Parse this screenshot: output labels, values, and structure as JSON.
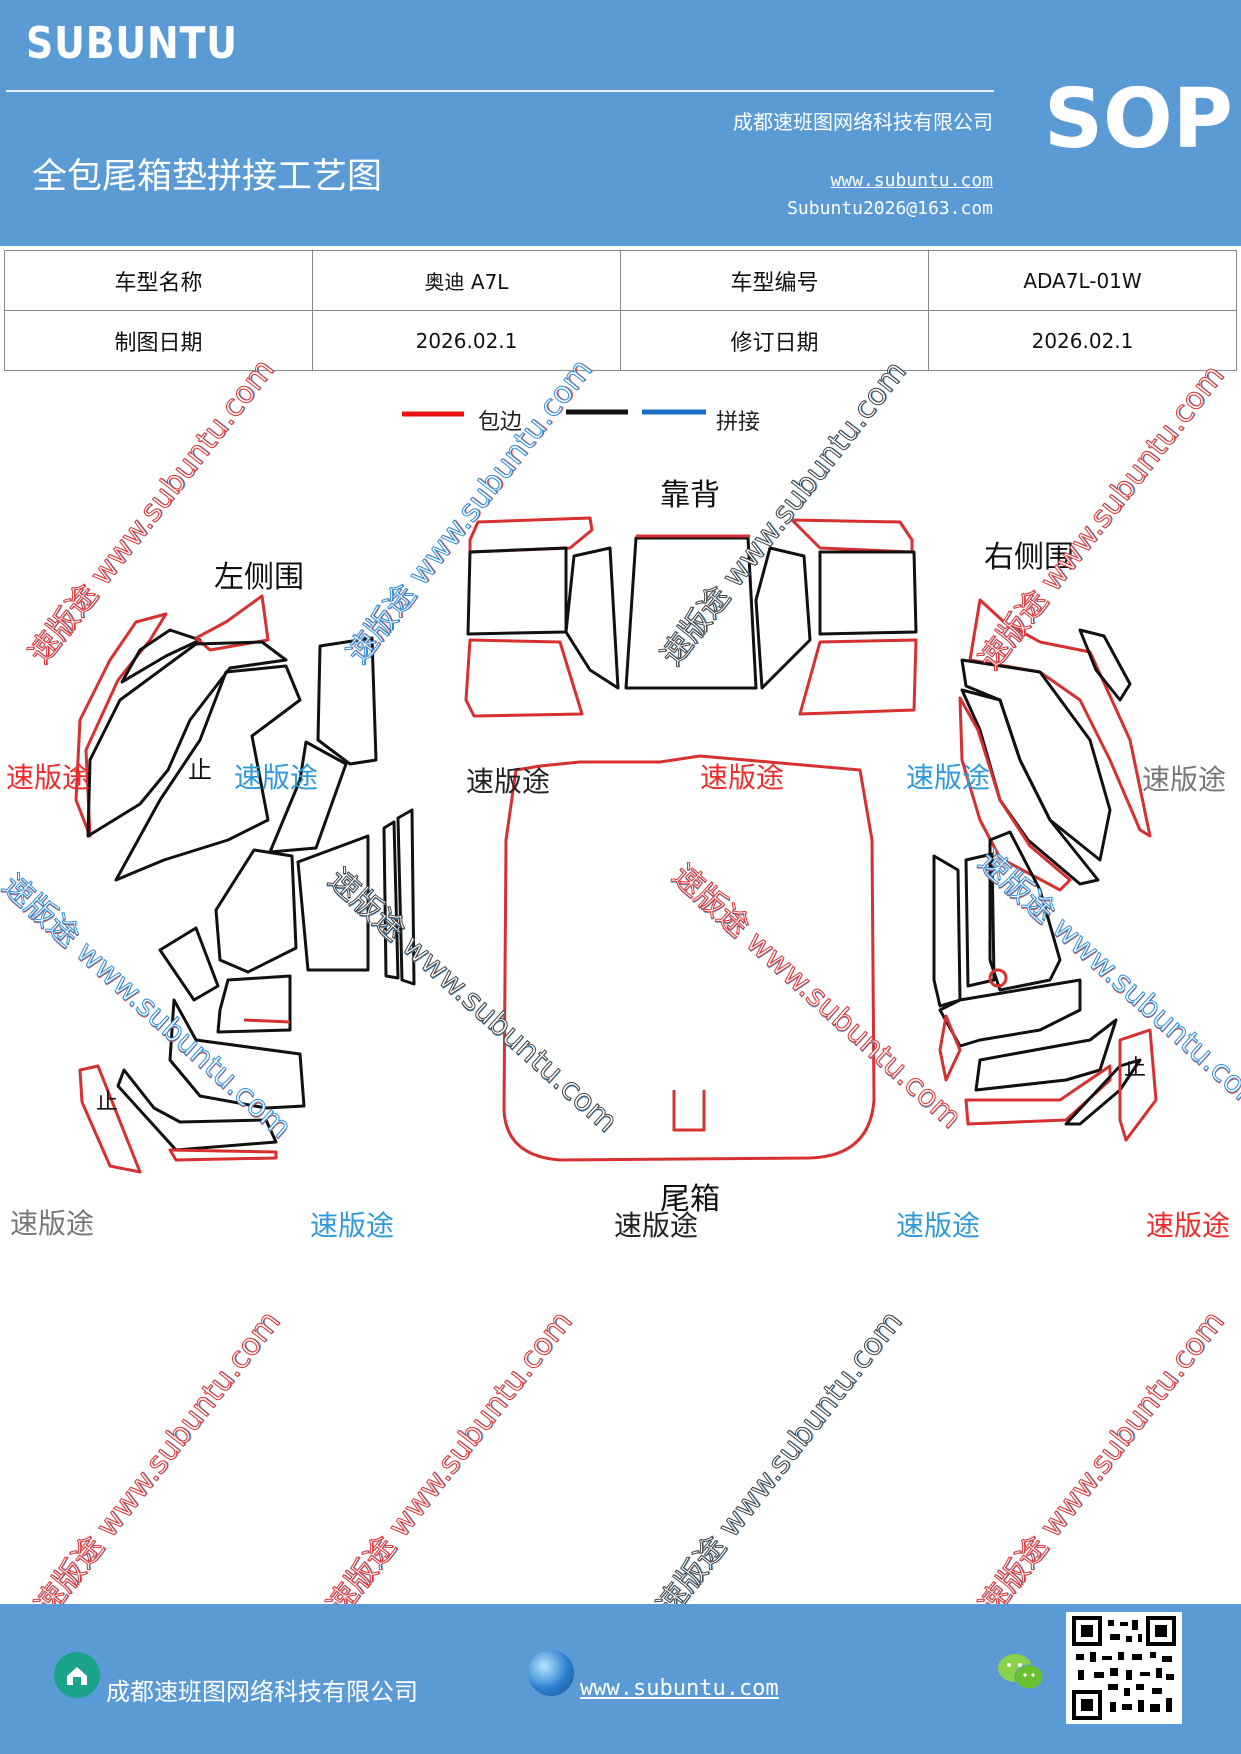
{
  "header": {
    "brand": "SUBUNTU",
    "company": "成都速班图网络科技有限公司",
    "title": "全包尾箱垫拼接工艺图",
    "website": "www.subuntu.com",
    "email": "Subuntu2026@163.com",
    "sop": "SOP"
  },
  "info_table": {
    "row1": {
      "label1": "车型名称",
      "value1": "奥迪 A7L",
      "label2": "车型编号",
      "value2": "ADA7L-01W"
    },
    "row2": {
      "label1": "制图日期",
      "value1": "2026.02.1",
      "label2": "修订日期",
      "value2": "2026.02.1"
    }
  },
  "legend": {
    "wrap_label": "包边",
    "splice_label": "拼接",
    "colors": {
      "wrap": "#e81010",
      "seam": "#111111",
      "splice": "#1a6fc4"
    }
  },
  "diagram": {
    "labels": {
      "backrest": "靠背",
      "left_side": "左侧围",
      "right_side": "右侧围",
      "trunk": "尾箱",
      "stop_left_1": "止",
      "stop_left_2": "止",
      "stop_right": "止"
    }
  },
  "watermarks": {
    "short": "速版途",
    "long": "速版途 www.subuntu.com"
  },
  "footer": {
    "company": "成都速班图网络科技有限公司",
    "website": "www.subuntu.com"
  },
  "icons": [
    "home-icon",
    "globe-icon",
    "wechat-icon",
    "qr-code"
  ]
}
